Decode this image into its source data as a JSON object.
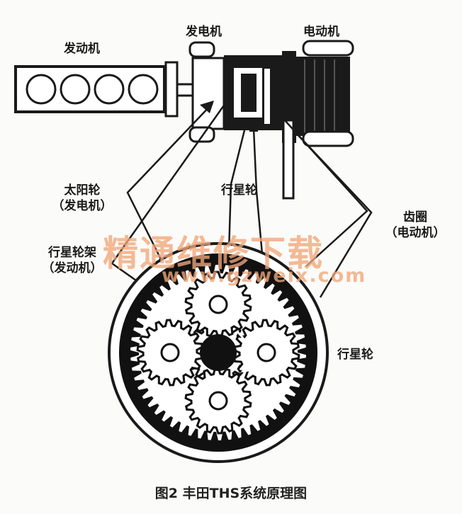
{
  "labels": {
    "engine": "发动机",
    "generator": "发电机",
    "motor": "电动机",
    "sun_gear": "太阳轮",
    "sun_gear_sub": "（发电机）",
    "planet_gear_top": "行星轮",
    "ring_gear": "齿圈",
    "ring_gear_sub": "（电动机）",
    "carrier": "行星轮架",
    "carrier_sub": "（发动机）",
    "planet_gear_right": "行星轮"
  },
  "watermark": {
    "text": "精通维修下载",
    "url": "www.gzweix.com"
  },
  "caption": "图2  丰田THS系统原理图",
  "colors": {
    "ink": "#1a1a1a",
    "watermark": "#f2a77a",
    "paper": "#fbfbf9"
  }
}
